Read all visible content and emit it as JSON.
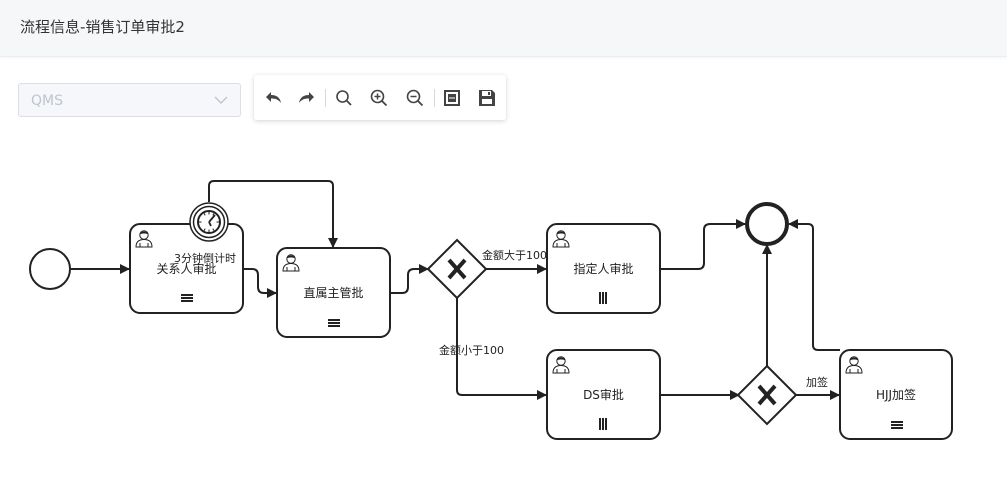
{
  "header": {
    "title": "流程信息-销售订单审批2"
  },
  "system_select": {
    "value": "QMS"
  },
  "toolbar": {
    "buttons": [
      {
        "name": "undo-icon"
      },
      {
        "name": "redo-icon"
      },
      {
        "name": "search-icon"
      },
      {
        "name": "zoom-in-icon"
      },
      {
        "name": "zoom-out-icon"
      },
      {
        "name": "fit-image-icon"
      },
      {
        "name": "save-icon"
      }
    ]
  },
  "diagram": {
    "tasks": {
      "related_approval": "关系人审批",
      "direct_supervisor": "直属主管批",
      "designated_approval": "指定人审批",
      "ds_approval": "DS审批",
      "hjj_countersign": "HJJ加签"
    },
    "timer_label": "3分钟倒计时",
    "edge_labels": {
      "amount_gt": "金额大于100",
      "amount_lt": "金额小于100",
      "countersign": "加签"
    },
    "colors": {
      "stroke": "#222222",
      "fill": "#ffffff"
    }
  }
}
